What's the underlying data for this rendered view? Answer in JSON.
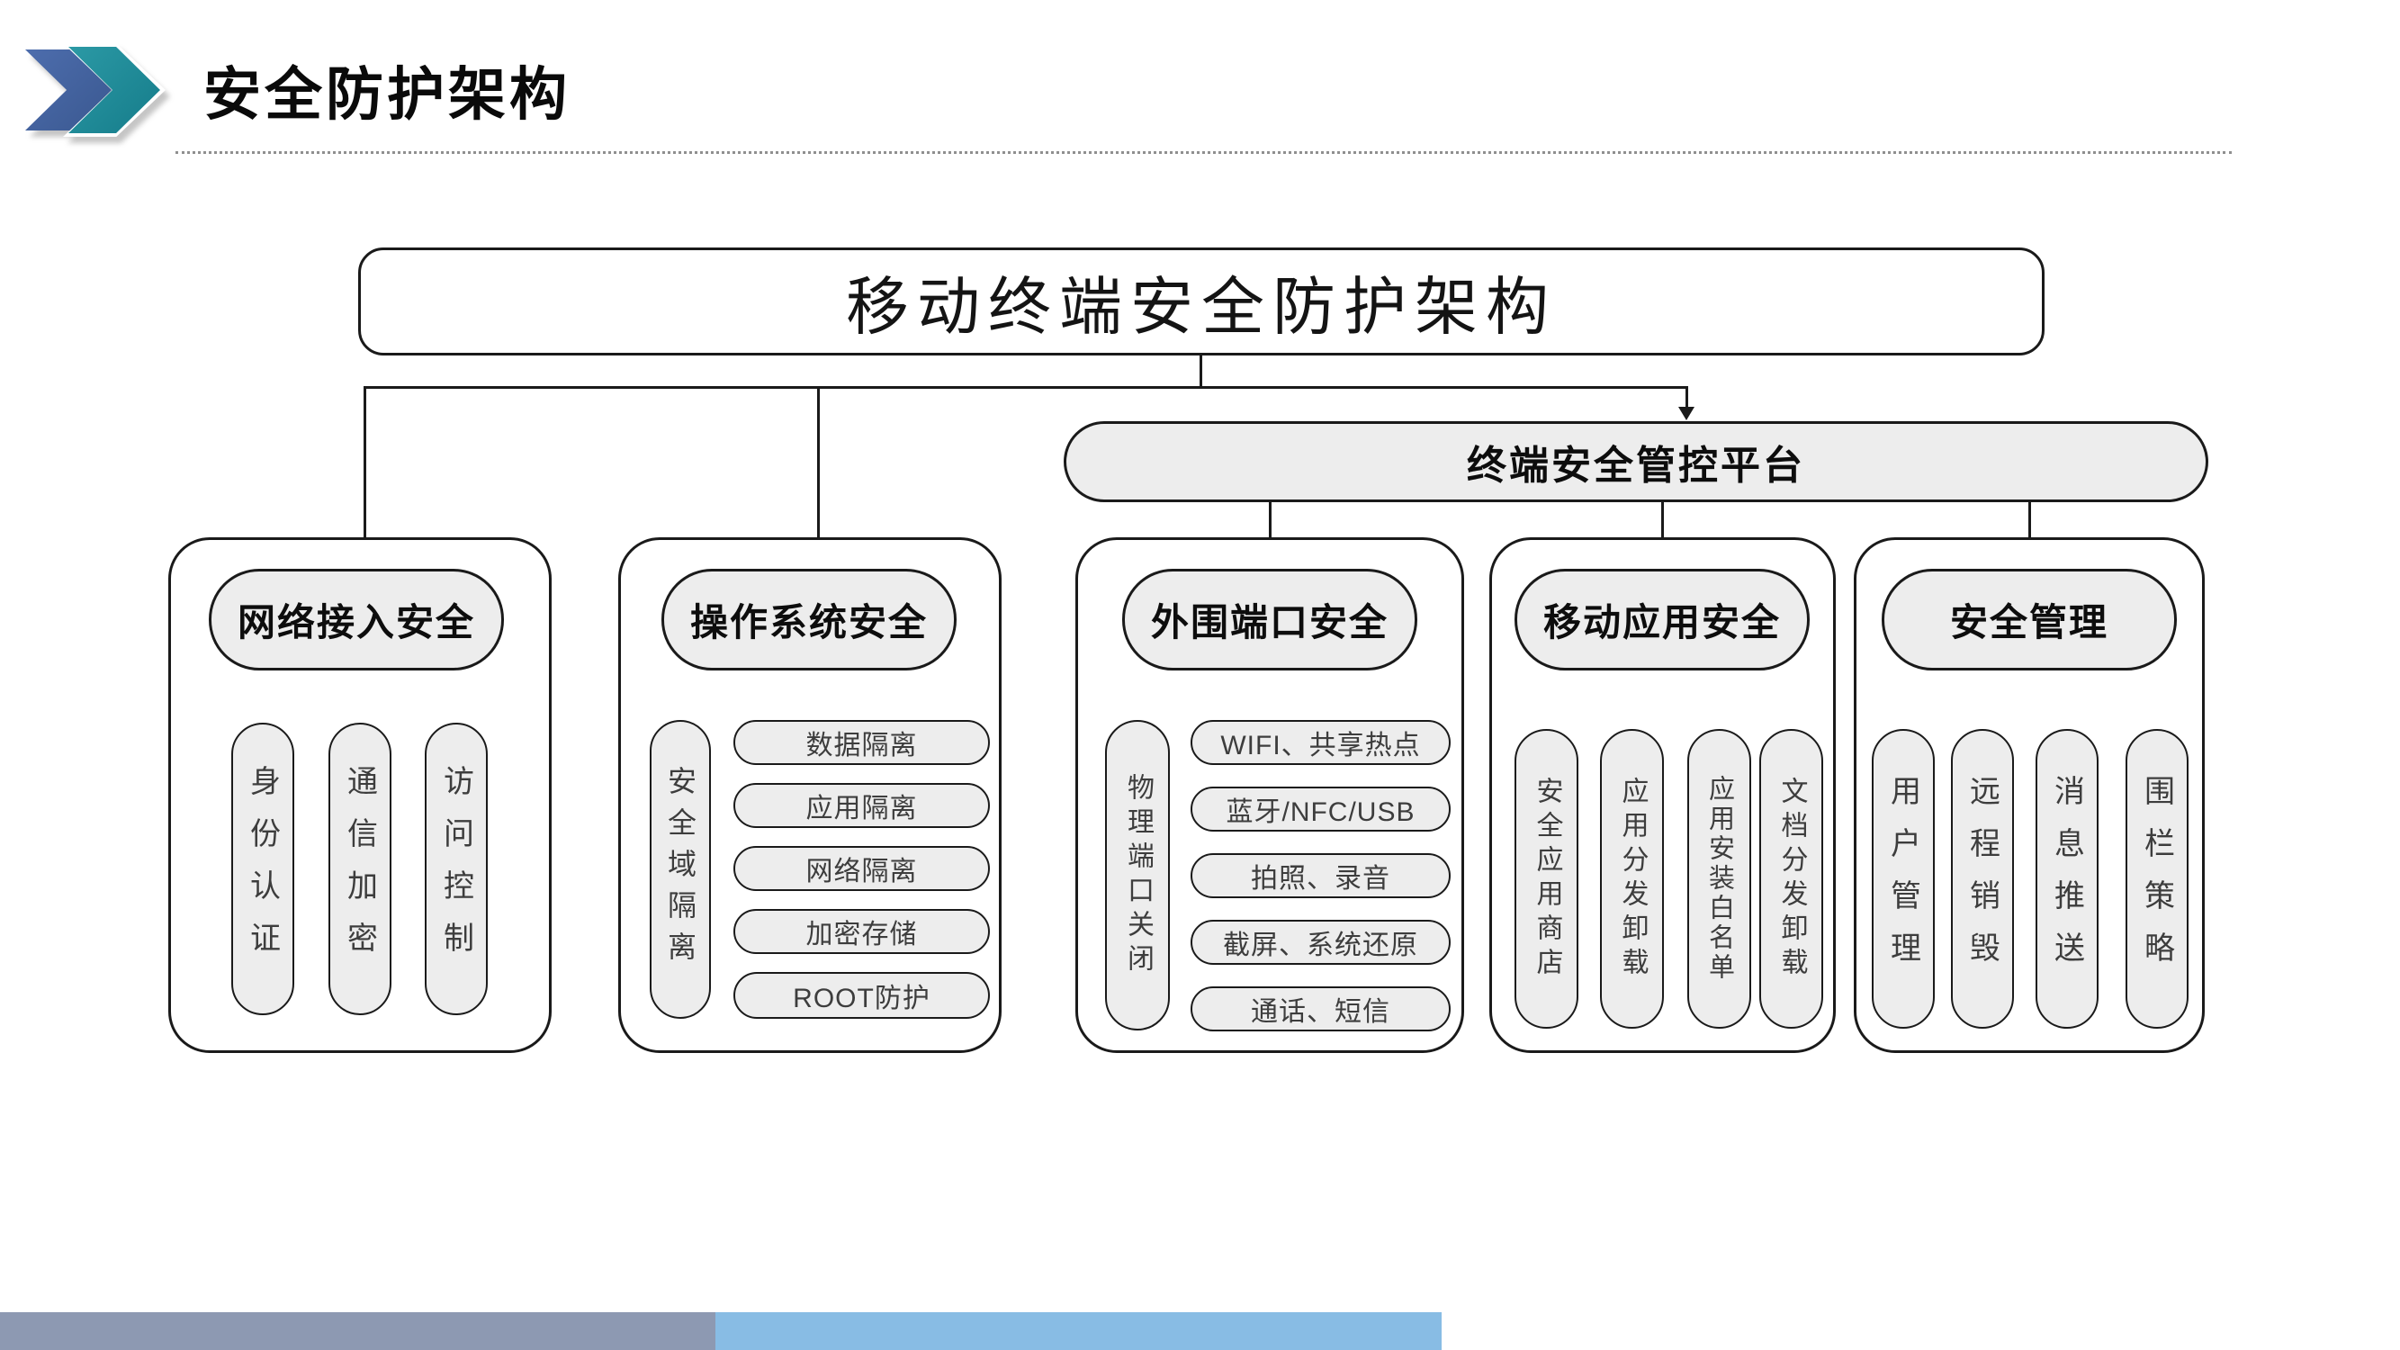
{
  "header": {
    "title": "安全防护架构"
  },
  "diagram": {
    "root_label": "移动终端安全防护架构",
    "platform_label": "终端安全管控平台",
    "columns": [
      {
        "title": "网络接入安全",
        "items": [
          "身份认证",
          "通信加密",
          "访问控制"
        ]
      },
      {
        "title": "操作系统安全",
        "side_item": "安全域隔离",
        "items": [
          "数据隔离",
          "应用隔离",
          "网络隔离",
          "加密存储",
          "ROOT防护"
        ]
      },
      {
        "title": "外围端口安全",
        "side_item": "物理端口关闭",
        "items": [
          "WIFI、共享热点",
          "蓝牙/NFC/USB",
          "拍照、录音",
          "截屏、系统还原",
          "通话、短信"
        ]
      },
      {
        "title": "移动应用安全",
        "items": [
          "安全应用商店",
          "应用分发卸载",
          "应用安装白名单",
          "文档分发卸载"
        ]
      },
      {
        "title": "安全管理",
        "items": [
          "用户管理",
          "远程销毁",
          "消息推送",
          "围栏策略"
        ]
      }
    ]
  },
  "colors": {
    "accent_blue": "#3f5f9e",
    "accent_teal": "#1f8d99",
    "node_fill": "#ededed",
    "line": "#1a1a1a",
    "footer_gray": "#8d99b2",
    "footer_blue": "#88bce4"
  }
}
